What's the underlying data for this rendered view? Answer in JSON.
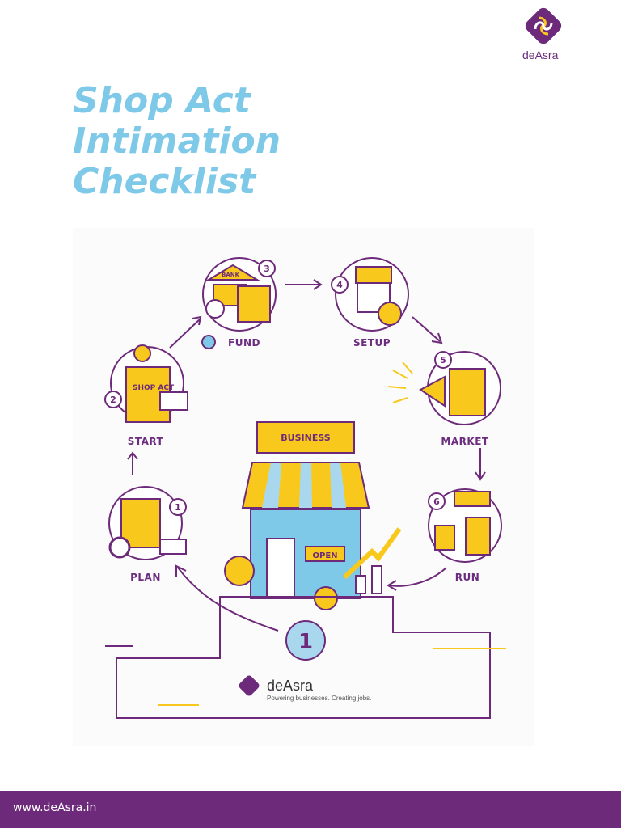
{
  "brand": {
    "name": "deAsra"
  },
  "title": {
    "line1": "Shop Act",
    "line2": "Intimation",
    "line3": "Checklist"
  },
  "illustration": {
    "steps": [
      {
        "number": "1",
        "label": "PLAN"
      },
      {
        "number": "2",
        "label": "START"
      },
      {
        "number": "3",
        "label": "FUND"
      },
      {
        "number": "4",
        "label": "SETUP"
      },
      {
        "number": "5",
        "label": "MARKET"
      },
      {
        "number": "6",
        "label": "RUN"
      }
    ],
    "shop_act_doc": "SHOP ACT",
    "bank_sign": "BANK",
    "business_sign": "BUSINESS",
    "open_sign": "OPEN",
    "podium_number": "1",
    "logo_name": "deAsra",
    "logo_tagline": "Powering businesses. Creating jobs."
  },
  "footer": {
    "url": "www.deAsra.in"
  },
  "colors": {
    "purple": "#6e2a7a",
    "title_blue": "#7ec8e8",
    "yellow": "#f8c91c",
    "shop_blue": "#7ec8e8"
  }
}
